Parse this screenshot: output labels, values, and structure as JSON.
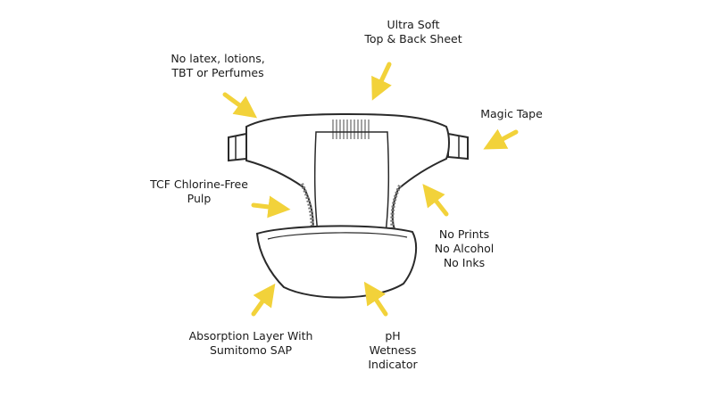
{
  "title": "",
  "colors": {
    "arrow": "#f2d23a",
    "outline": "#2a2a2a",
    "shading": "#8a8a8a",
    "text": "#1b1b1b",
    "background": "#ffffff"
  },
  "callouts": [
    {
      "id": "ultra-soft",
      "lines": [
        "Ultra Soft",
        "Top & Back Sheet"
      ],
      "arrow_icon": "yellow-arrow-icon"
    },
    {
      "id": "no-latex",
      "lines": [
        "No latex, lotions,",
        "TBT or Perfumes"
      ],
      "arrow_icon": "yellow-arrow-icon"
    },
    {
      "id": "magic-tape",
      "lines": [
        "Magic Tape"
      ],
      "arrow_icon": "yellow-arrow-icon"
    },
    {
      "id": "tcf-pulp",
      "lines": [
        "TCF Chlorine-Free",
        "Pulp"
      ],
      "arrow_icon": "yellow-arrow-icon"
    },
    {
      "id": "no-prints",
      "lines": [
        "No Prints",
        "No Alcohol",
        "No Inks"
      ],
      "arrow_icon": "yellow-arrow-icon"
    },
    {
      "id": "absorption",
      "lines": [
        "Absorption Layer With",
        "Sumitomo SAP"
      ],
      "arrow_icon": "yellow-arrow-icon"
    },
    {
      "id": "ph-indicator",
      "lines": [
        "pH",
        "Wetness",
        "Indicator"
      ],
      "arrow_icon": "yellow-arrow-icon"
    }
  ]
}
